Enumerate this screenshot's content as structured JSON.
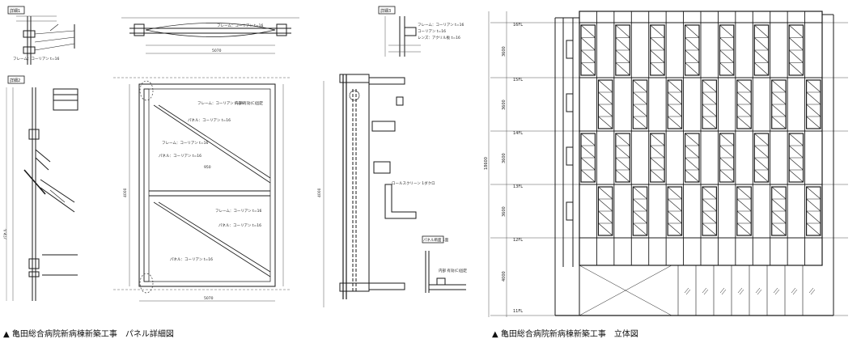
{
  "captions": {
    "left": "▲ 亀田総合病院新病棟新築工事　パネル詳細図",
    "right": "▲ 亀田総合病院新病棟新築工事　立体図"
  },
  "panel_detail": {
    "detail_tag_1": "詳細1",
    "detail_tag_2": "詳細2",
    "detail_tag_3": "詳細3",
    "frame_label": "フレーム：コーリアン t=16",
    "panel_label": "パネル：コーリアン t=16",
    "section_label": "パネル",
    "clearance_label": "内部 有効(C)固定",
    "dimension_label": "コーリアン t=16",
    "acrylic_label": "レンズ：アクリル板 t=16",
    "dim_total": "5070",
    "dim_span": "950",
    "dim_vertical": "4000",
    "section_note": "ロールスクリーン 1ダクロ",
    "panel_section_tag": "パネル断面 1面"
  },
  "elevation": {
    "level_labels": [
      "16FL",
      "15FL",
      "14FL",
      "13FL",
      "12FL",
      "11FL"
    ],
    "dims": [
      "3600",
      "3600",
      "3600",
      "3600",
      "4000"
    ],
    "total_dim": "18600"
  },
  "colors": {
    "line": "#1a1a1a",
    "dim": "#555555",
    "caption_marker": "#000000"
  }
}
